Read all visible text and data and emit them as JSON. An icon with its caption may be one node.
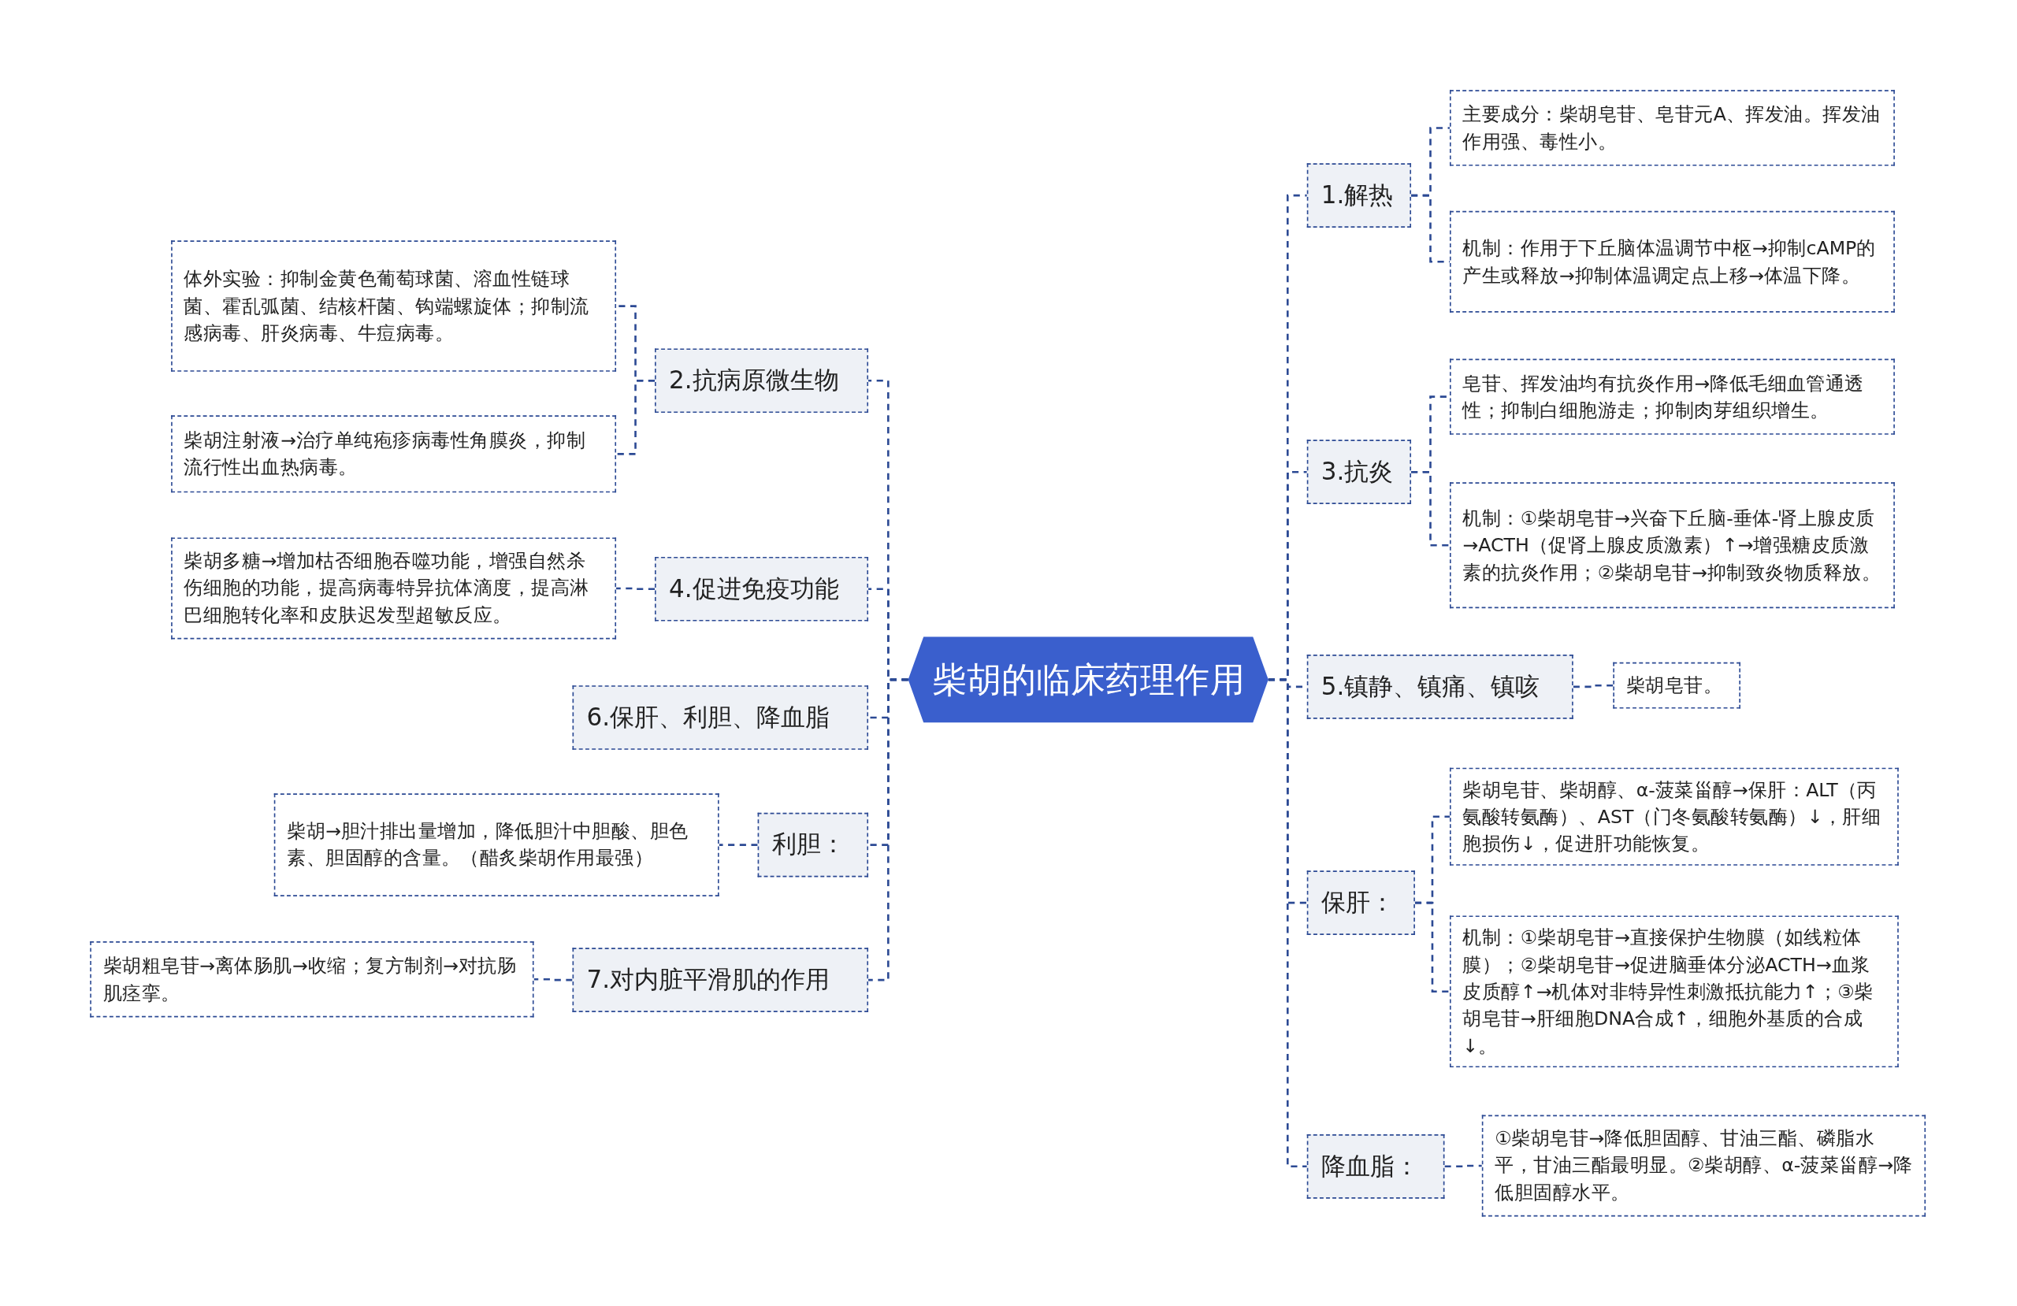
{
  "diagram": {
    "nodes": [
      {
        "text": [
          "柴胡的临床药理作用"
        ]
      },
      {
        "text": [
          "1.解热"
        ]
      },
      {
        "text": [
          "主要成分：柴胡皂苷、皂苷元A、挥发油。挥发油作用强、毒性小。"
        ]
      },
      {
        "text": [
          "机制：作用于下丘脑体温调节中枢→抑制cAMP的产生或释放→抑制体温调定点上移→体温下降。"
        ]
      },
      {
        "text": [
          "3.抗炎"
        ]
      },
      {
        "text": [
          "皂苷、挥发油均有抗炎作用→降低毛细血管通透性；抑制白细胞游走；抑制肉芽组织增生。"
        ]
      },
      {
        "text": [
          "机制：①柴胡皂苷→兴奋下丘脑-垂体-肾上腺皮质→ACTH（促肾上腺皮质激素）↑→增强糖皮质激素的抗炎作用；②柴胡皂苷→抑制致炎物质释放。"
        ]
      },
      {
        "text": [
          "5.镇静、镇痛、镇咳"
        ]
      },
      {
        "text": [
          "柴胡皂苷。"
        ]
      },
      {
        "text": [
          "保肝："
        ]
      },
      {
        "text": [
          "柴胡皂苷、柴胡醇、α-菠菜甾醇→保肝：ALT（丙氨酸转氨酶）、AST（门冬氨酸转氨酶）↓，肝细胞损伤↓，促进肝功能恢复。"
        ]
      },
      {
        "text": [
          "机制：①柴胡皂苷→直接保护生物膜（如线粒体膜）；②柴胡皂苷→促进脑垂体分泌ACTH→血浆皮质醇↑→机体对非特异性刺激抵抗能力↑；③柴胡皂苷→肝细胞DNA合成↑，细胞外基质的合成↓。"
        ]
      },
      {
        "text": [
          "降血脂："
        ]
      },
      {
        "text": [
          "①柴胡皂苷→降低胆固醇、甘油三酯、磷脂水平，甘油三酯最明显。②柴胡醇、α-菠菜甾醇→降低胆固醇水平。"
        ]
      },
      {
        "text": [
          "2.抗病原微生物"
        ]
      },
      {
        "text": [
          "体外实验：抑制金黄色葡萄球菌、溶血性链球菌、霍乱弧菌、结核杆菌、钩端螺旋体；抑制流感病毒、肝炎病毒、牛痘病毒。"
        ]
      },
      {
        "text": [
          "柴胡注射液→治疗单纯疱疹病毒性角膜炎，抑制流行性出血热病毒。"
        ]
      },
      {
        "text": [
          "4.促进免疫功能"
        ]
      },
      {
        "text": [
          "柴胡多糖→增加枯否细胞吞噬功能，增强自然杀伤细胞的功能，提高病毒特异抗体滴度，提高淋巴细胞转化率和皮肤迟发型超敏反应。"
        ]
      },
      {
        "text": [
          "6.保肝、利胆、降血脂"
        ]
      },
      {
        "text": [
          "利胆："
        ]
      },
      {
        "text": [
          "柴胡→胆汁排出量增加，降低胆汁中胆酸、胆色素、胆固醇的含量。（醋炙柴胡作用最强）"
        ]
      },
      {
        "text": [
          "7.对内脏平滑肌的作用"
        ]
      },
      {
        "text": [
          "柴胡粗皂苷→离体肠肌→收缩；复方制剂→对抗肠肌痉挛。"
        ]
      }
    ],
    "edges": [
      {
        "from": 0,
        "to": 1,
        "arrow": "none"
      },
      {
        "from": 1,
        "to": 2,
        "arrow": "none"
      },
      {
        "from": 1,
        "to": 3,
        "arrow": "none"
      },
      {
        "from": 0,
        "to": 4,
        "arrow": "none"
      },
      {
        "from": 4,
        "to": 5,
        "arrow": "none"
      },
      {
        "from": 4,
        "to": 6,
        "arrow": "none"
      },
      {
        "from": 0,
        "to": 7,
        "arrow": "none"
      },
      {
        "from": 7,
        "to": 8,
        "arrow": "none"
      },
      {
        "from": 0,
        "to": 9,
        "arrow": "none"
      },
      {
        "from": 9,
        "to": 10,
        "arrow": "none"
      },
      {
        "from": 9,
        "to": 11,
        "arrow": "none"
      },
      {
        "from": 0,
        "to": 12,
        "arrow": "none"
      },
      {
        "from": 12,
        "to": 13,
        "arrow": "none"
      },
      {
        "from": 0,
        "to": 14,
        "arrow": "none"
      },
      {
        "from": 14,
        "to": 15,
        "arrow": "none"
      },
      {
        "from": 14,
        "to": 16,
        "arrow": "none"
      },
      {
        "from": 0,
        "to": 17,
        "arrow": "none"
      },
      {
        "from": 17,
        "to": 18,
        "arrow": "none"
      },
      {
        "from": 0,
        "to": 19,
        "arrow": "none"
      },
      {
        "from": 0,
        "to": 20,
        "arrow": "none"
      },
      {
        "from": 20,
        "to": 21,
        "arrow": "none"
      },
      {
        "from": 0,
        "to": 22,
        "arrow": "none"
      },
      {
        "from": 22,
        "to": 23,
        "arrow": "none"
      }
    ]
  }
}
